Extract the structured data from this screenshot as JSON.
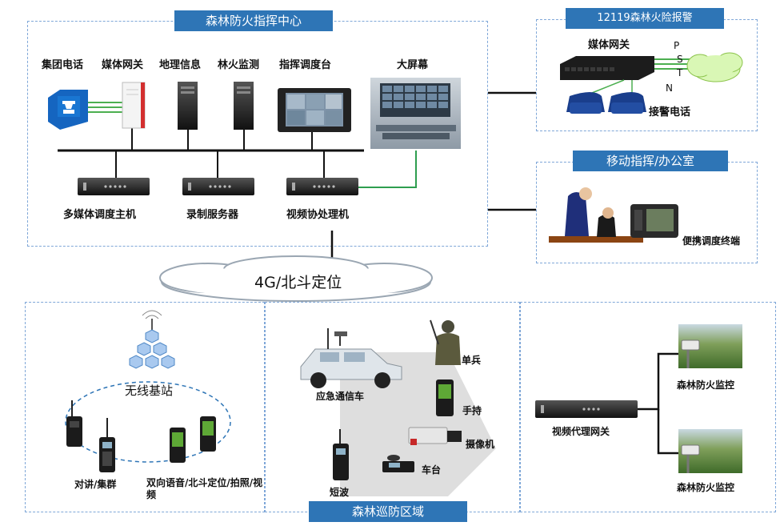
{
  "command_center": {
    "title": "森林防火指挥中心",
    "top_labels": [
      "集团电话",
      "媒体网关",
      "地理信息",
      "林火监测",
      "指挥调度台"
    ],
    "big_screen": "大屏幕",
    "servers": [
      "多媒体调度主机",
      "录制服务器",
      "视频协处理机"
    ]
  },
  "alarm_119": {
    "title": "12119森林火险报警",
    "gateway": "媒体网关",
    "pstn": [
      "P",
      "S",
      "T",
      "N"
    ],
    "phone": "接警电话"
  },
  "mobile_office": {
    "title": "移动指挥/办公室",
    "terminal": "便携调度终端"
  },
  "network": {
    "label": "4G/北斗定位"
  },
  "patrol": {
    "title": "森林巡防区域",
    "base_station": "无线基站",
    "intercom": "对讲/集群",
    "two_way": "双向语音/北斗定位/拍照/视频",
    "vehicle": "应急通信车",
    "soldier": "单兵",
    "handheld": "手持",
    "camera": "摄像机",
    "car_radio": "车台",
    "shortwave": "短波",
    "video_gateway": "视频代理网关",
    "monitor_1": "森林防火监控",
    "monitor_2": "森林防火监控"
  }
}
